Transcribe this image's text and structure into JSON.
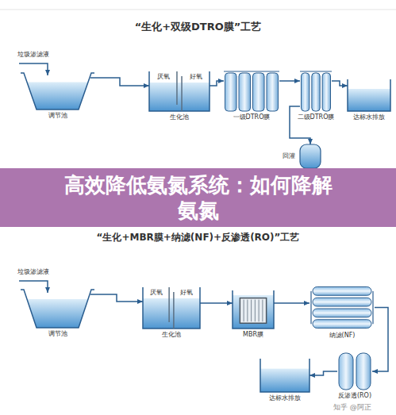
{
  "diagram": {
    "title": "“生化+双级DTRO膜”工艺",
    "nodes": [
      {
        "text": [
          "调节池"
        ]
      },
      {
        "text": [
          "厌氧",
          "好氧",
          "生化池"
        ]
      },
      {
        "text": [
          "一级DTRO膜"
        ]
      },
      {
        "text": [
          "二级DTRO膜"
        ]
      },
      {
        "text": [
          "达标水排放"
        ]
      },
      {
        "text": [
          "回灌"
        ]
      },
      {
        "text": [
          "高效降低氨氮系统：如何降解氨氮"
        ]
      },
      {
        "text": [
          "调节池"
        ]
      },
      {
        "text": [
          "厌氧",
          "好氧",
          "生化池"
        ]
      },
      {
        "text": [
          "MBR膜"
        ]
      },
      {
        "text": [
          "纳滤(NF)"
        ]
      },
      {
        "text": [
          "反渗透(RO)"
        ]
      },
      {
        "text": [
          "达标水排放"
        ]
      }
    ],
    "edges": [
      {
        "from": 0,
        "to": 1,
        "arrow": "to"
      },
      {
        "from": 1,
        "to": 2,
        "arrow": "to"
      },
      {
        "from": 2,
        "to": 3,
        "arrow": "to"
      },
      {
        "from": 3,
        "to": 4,
        "arrow": "to"
      },
      {
        "from": 3,
        "to": 5,
        "arrow": "to"
      },
      {
        "from": 7,
        "to": 8,
        "arrow": "to"
      },
      {
        "from": 8,
        "to": 9,
        "arrow": "to"
      },
      {
        "from": 9,
        "to": 10,
        "arrow": "to"
      },
      {
        "from": 10,
        "to": 11,
        "arrow": "to"
      },
      {
        "from": 11,
        "to": 12,
        "arrow": "to"
      }
    ],
    "labels": [
      "垃圾渗滤液",
      "“生化+MBR膜+纳滤(NF)+反渗透(RO)”工艺",
      "垃圾渗滤液",
      "知乎 @阿正"
    ]
  }
}
